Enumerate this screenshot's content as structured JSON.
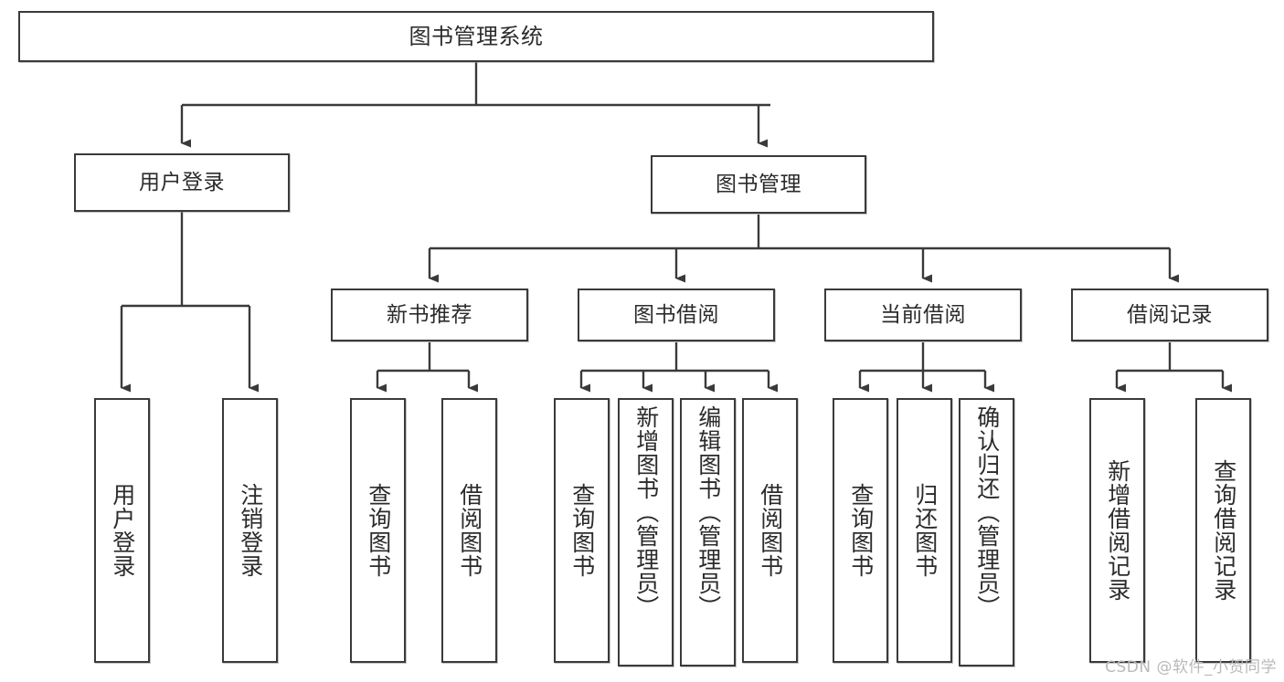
{
  "diagram": {
    "title_node": "图书管理系统",
    "watermark": "CSDN @软件_小贺同学",
    "colors": {
      "box_stroke": "#3a3a3a",
      "box_fill": "#ffffff",
      "connector": "#3a3a3a",
      "text": "#2b2b2b",
      "watermark": "#b9b9b9",
      "background": "#ffffff"
    },
    "levels": {
      "level0": [
        {
          "id": "root",
          "label": "图书管理系统"
        }
      ],
      "level1": [
        {
          "id": "user-login",
          "label": "用户登录"
        },
        {
          "id": "book-manage",
          "label": "图书管理"
        }
      ],
      "level2": [
        {
          "id": "new-book-rec",
          "label": "新书推荐",
          "parent": "book-manage"
        },
        {
          "id": "book-borrow",
          "label": "图书借阅",
          "parent": "book-manage"
        },
        {
          "id": "current-borrow",
          "label": "当前借阅",
          "parent": "book-manage"
        },
        {
          "id": "borrow-record",
          "label": "借阅记录",
          "parent": "book-manage"
        }
      ],
      "leaves": [
        {
          "id": "leaf-user-login",
          "label": "用户登录",
          "parent": "user-login"
        },
        {
          "id": "leaf-logout",
          "label": "注销登录",
          "parent": "user-login"
        },
        {
          "id": "leaf-query-book-1",
          "label": "查询图书",
          "parent": "new-book-rec"
        },
        {
          "id": "leaf-borrow-book-1",
          "label": "借阅图书",
          "parent": "new-book-rec"
        },
        {
          "id": "leaf-query-book-2",
          "label": "查询图书",
          "parent": "book-borrow"
        },
        {
          "id": "leaf-add-book",
          "label": "新增图书（管理员）",
          "parent": "book-borrow"
        },
        {
          "id": "leaf-edit-book",
          "label": "编辑图书（管理员）",
          "parent": "book-borrow"
        },
        {
          "id": "leaf-borrow-book-2",
          "label": "借阅图书",
          "parent": "book-borrow"
        },
        {
          "id": "leaf-query-book-3",
          "label": "查询图书",
          "parent": "current-borrow"
        },
        {
          "id": "leaf-return-book",
          "label": "归还图书",
          "parent": "current-borrow"
        },
        {
          "id": "leaf-confirm-return",
          "label": "确认归还（管理员）",
          "parent": "current-borrow"
        },
        {
          "id": "leaf-add-record",
          "label": "新增借阅记录",
          "parent": "borrow-record"
        },
        {
          "id": "leaf-query-record",
          "label": "查询借阅记录",
          "parent": "borrow-record"
        }
      ]
    }
  }
}
